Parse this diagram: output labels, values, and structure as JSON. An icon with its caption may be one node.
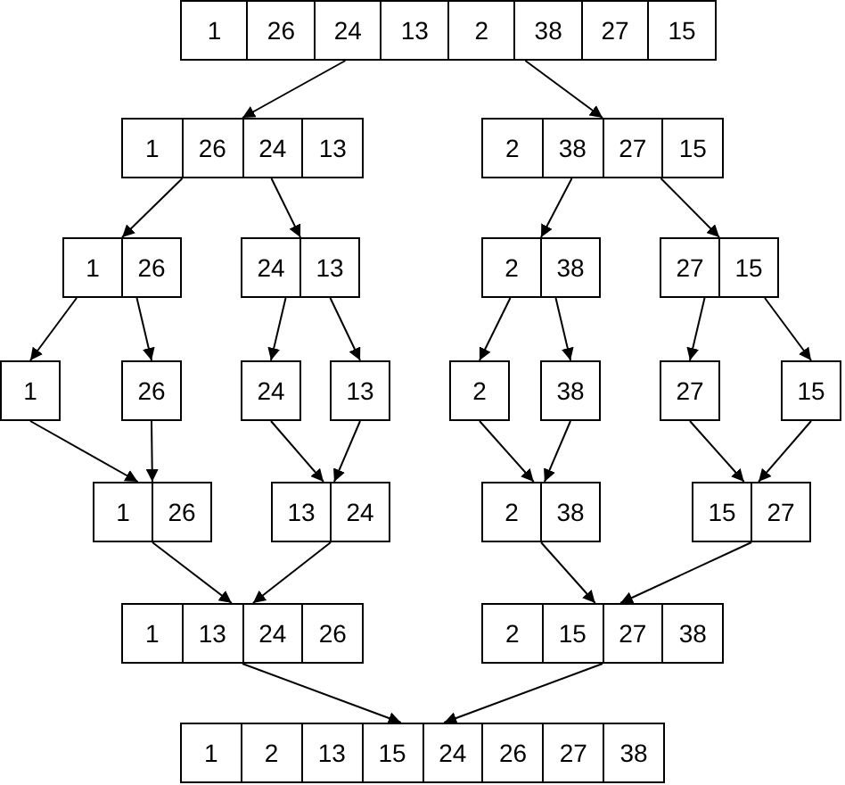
{
  "diagram": {
    "nodes": [
      {
        "text": [
          "1",
          "26",
          "24",
          "13",
          "2",
          "38",
          "27",
          "15"
        ]
      },
      {
        "text": [
          "1",
          "26",
          "24",
          "13"
        ]
      },
      {
        "text": [
          "2",
          "38",
          "27",
          "15"
        ]
      },
      {
        "text": [
          "1",
          "26"
        ]
      },
      {
        "text": [
          "24",
          "13"
        ]
      },
      {
        "text": [
          "2",
          "38"
        ]
      },
      {
        "text": [
          "27",
          "15"
        ]
      },
      {
        "text": [
          "1"
        ]
      },
      {
        "text": [
          "26"
        ]
      },
      {
        "text": [
          "24"
        ]
      },
      {
        "text": [
          "13"
        ]
      },
      {
        "text": [
          "2"
        ]
      },
      {
        "text": [
          "38"
        ]
      },
      {
        "text": [
          "27"
        ]
      },
      {
        "text": [
          "15"
        ]
      },
      {
        "text": [
          "1",
          "26"
        ]
      },
      {
        "text": [
          "13",
          "24"
        ]
      },
      {
        "text": [
          "2",
          "38"
        ]
      },
      {
        "text": [
          "15",
          "27"
        ]
      },
      {
        "text": [
          "1",
          "13",
          "24",
          "26"
        ]
      },
      {
        "text": [
          "2",
          "15",
          "27",
          "38"
        ]
      },
      {
        "text": [
          "1",
          "2",
          "13",
          "15",
          "24",
          "26",
          "27",
          "38"
        ]
      }
    ],
    "edges": [
      {
        "from": 0,
        "to": 1,
        "arrow": "to"
      },
      {
        "from": 0,
        "to": 2,
        "arrow": "to"
      },
      {
        "from": 1,
        "to": 3,
        "arrow": "to"
      },
      {
        "from": 1,
        "to": 4,
        "arrow": "to"
      },
      {
        "from": 2,
        "to": 5,
        "arrow": "to"
      },
      {
        "from": 2,
        "to": 6,
        "arrow": "to"
      },
      {
        "from": 3,
        "to": 7,
        "arrow": "to"
      },
      {
        "from": 3,
        "to": 8,
        "arrow": "to"
      },
      {
        "from": 4,
        "to": 9,
        "arrow": "to"
      },
      {
        "from": 4,
        "to": 10,
        "arrow": "to"
      },
      {
        "from": 5,
        "to": 11,
        "arrow": "to"
      },
      {
        "from": 5,
        "to": 12,
        "arrow": "to"
      },
      {
        "from": 6,
        "to": 13,
        "arrow": "to"
      },
      {
        "from": 6,
        "to": 14,
        "arrow": "to"
      },
      {
        "from": 7,
        "to": 15,
        "arrow": "to"
      },
      {
        "from": 8,
        "to": 15,
        "arrow": "to"
      },
      {
        "from": 9,
        "to": 16,
        "arrow": "to"
      },
      {
        "from": 10,
        "to": 16,
        "arrow": "to"
      },
      {
        "from": 11,
        "to": 17,
        "arrow": "to"
      },
      {
        "from": 12,
        "to": 17,
        "arrow": "to"
      },
      {
        "from": 13,
        "to": 18,
        "arrow": "to"
      },
      {
        "from": 14,
        "to": 18,
        "arrow": "to"
      },
      {
        "from": 15,
        "to": 19,
        "arrow": "to"
      },
      {
        "from": 16,
        "to": 19,
        "arrow": "to"
      },
      {
        "from": 17,
        "to": 20,
        "arrow": "to"
      },
      {
        "from": 18,
        "to": 20,
        "arrow": "to"
      },
      {
        "from": 19,
        "to": 21,
        "arrow": "to"
      },
      {
        "from": 20,
        "to": 21,
        "arrow": "to"
      }
    ]
  }
}
